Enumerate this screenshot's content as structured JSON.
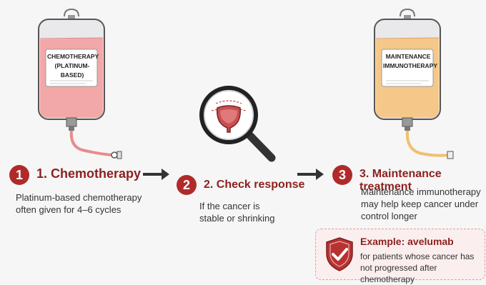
{
  "bag1": {
    "label_line1": "CHEMOTHERAPY",
    "label_line2": "(PLATINUM-BASED)",
    "fluid_color": "#f2a8a8",
    "tube_color": "#e88c8c"
  },
  "bag2": {
    "label_line1": "MAINTENANCE",
    "label_line2": "IMMUNOTHERAPY",
    "fluid_color": "#f5c88a",
    "tube_color": "#f0c070"
  },
  "steps": [
    {
      "number": "1",
      "title": "1. Chemotherapy",
      "desc_line1": "Platinum-based chemotherapy",
      "desc_line2": "often given for 4–6 cycles"
    },
    {
      "number": "2",
      "title": "2. Check response",
      "desc_line1": "If the cancer is",
      "desc_line2": "stable or shrinking"
    },
    {
      "number": "3",
      "title": "3. Maintenance treatment",
      "desc_line1": "Maintenance immunotherapy",
      "desc_line2": "may help keep cancer under",
      "desc_line3": "control longer"
    }
  ],
  "example": {
    "title": "Example: avelumab",
    "desc_line1": "for patients whose cancer has",
    "desc_line2": "not progressed after chemotherapy"
  },
  "colors": {
    "accent": "#b02a2a",
    "title": "#8e1f1f",
    "background": "#f6f6f6"
  }
}
